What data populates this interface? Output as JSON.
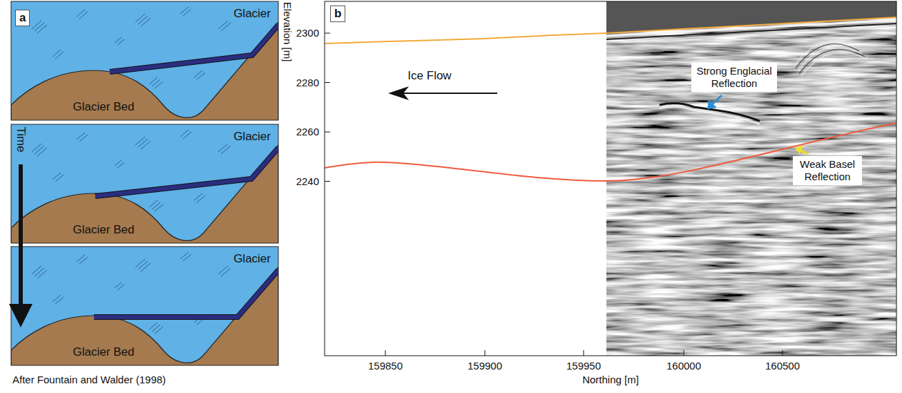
{
  "diagram": {
    "nodes": [
      {
        "text": [
          "Strong Englacial Reflection"
        ]
      },
      {
        "text": [
          "Weak Basel Reflection"
        ]
      }
    ],
    "labels": [
      "a",
      "Glacier",
      "Glacier Bed",
      "Glacier",
      "Glacier Bed",
      "Glacier",
      "Glacier Bed",
      "Time",
      "After Fountain and Walder (1998)",
      "b",
      "Ice Flow",
      "2300",
      "2280",
      "2260",
      "2240",
      "Elevation [m]",
      "159850",
      "159900",
      "159950",
      "160000",
      "160500",
      "Northing [m]"
    ]
  }
}
